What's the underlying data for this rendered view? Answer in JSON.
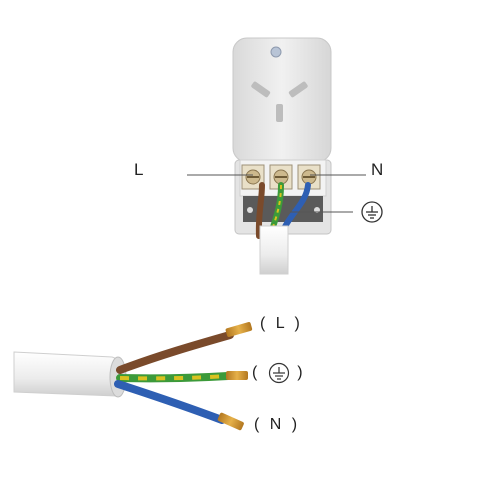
{
  "socket_diagram": {
    "label_live": "L",
    "label_neutral": "N",
    "earth_icon": "earth-ground-icon"
  },
  "cable_diagram": {
    "label_live": "( L )",
    "label_neutral": "( N )",
    "label_earth_open": "(",
    "label_earth_close": ")",
    "earth_icon": "earth-ground-icon"
  },
  "colors": {
    "live_wire": "#7a4a2b",
    "neutral_wire": "#2e5fb3",
    "earth_wire_green": "#3c9a3a",
    "earth_wire_yellow": "#d9c21f",
    "copper": "#c98f2e",
    "socket_body": "#e9e9e9",
    "cable_sheath": "#ececec"
  }
}
